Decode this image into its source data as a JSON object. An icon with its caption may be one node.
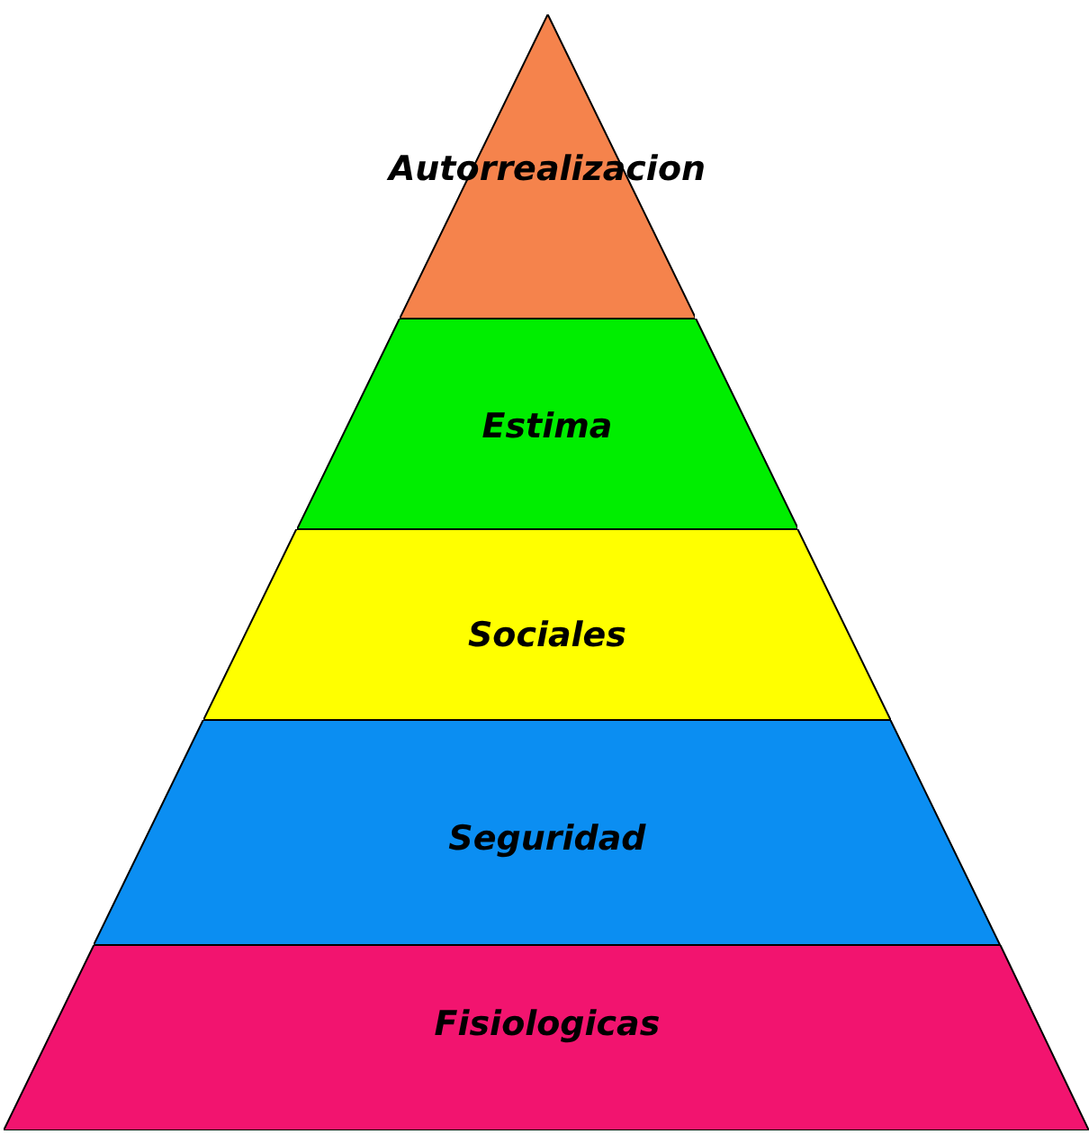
{
  "diagram": {
    "nodes": [
      {
        "text": [
          "Autorrealizacion"
        ]
      },
      {
        "text": [
          "Estima"
        ]
      },
      {
        "text": [
          "Sociales"
        ]
      },
      {
        "text": [
          "Seguridad"
        ]
      },
      {
        "text": [
          "Fisiologicas"
        ]
      }
    ]
  }
}
